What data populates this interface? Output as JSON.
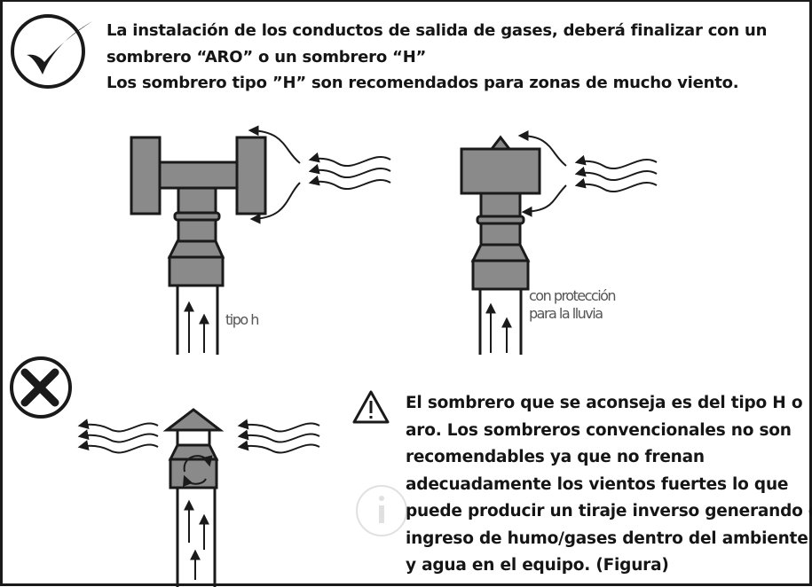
{
  "intro": {
    "line1": "La instalación de los conductos de salida de gases, deberá finalizar con un",
    "line2": "sombrero “ARO” o un sombrero “H”",
    "line3": "Los sombrero tipo ”H” son recomendados para zonas de mucho viento."
  },
  "figures": {
    "h_caption": "tipo h",
    "rain_caption_1": "con protección",
    "rain_caption_2": "para la lluvia"
  },
  "warning": {
    "lines": [
      "El sombrero que se aconseja es del tipo H o",
      "aro. Los sombreros convencionales no son",
      "recomendables ya que no frenan",
      "adecuadamente los vientos fuertes lo que",
      "puede producir un tiraje inverso generando el",
      "ingreso de humo/gases dentro del ambiente",
      "y agua en el equipo. (Figura)"
    ]
  },
  "icons": {
    "correct": "check-circle-icon",
    "incorrect": "x-circle-icon",
    "warning": "warning-triangle-icon",
    "watermark": "info-watermark-icon"
  },
  "colors": {
    "fill": "#8a8a8a",
    "stroke": "#1a1a1a",
    "text": "#151515"
  }
}
